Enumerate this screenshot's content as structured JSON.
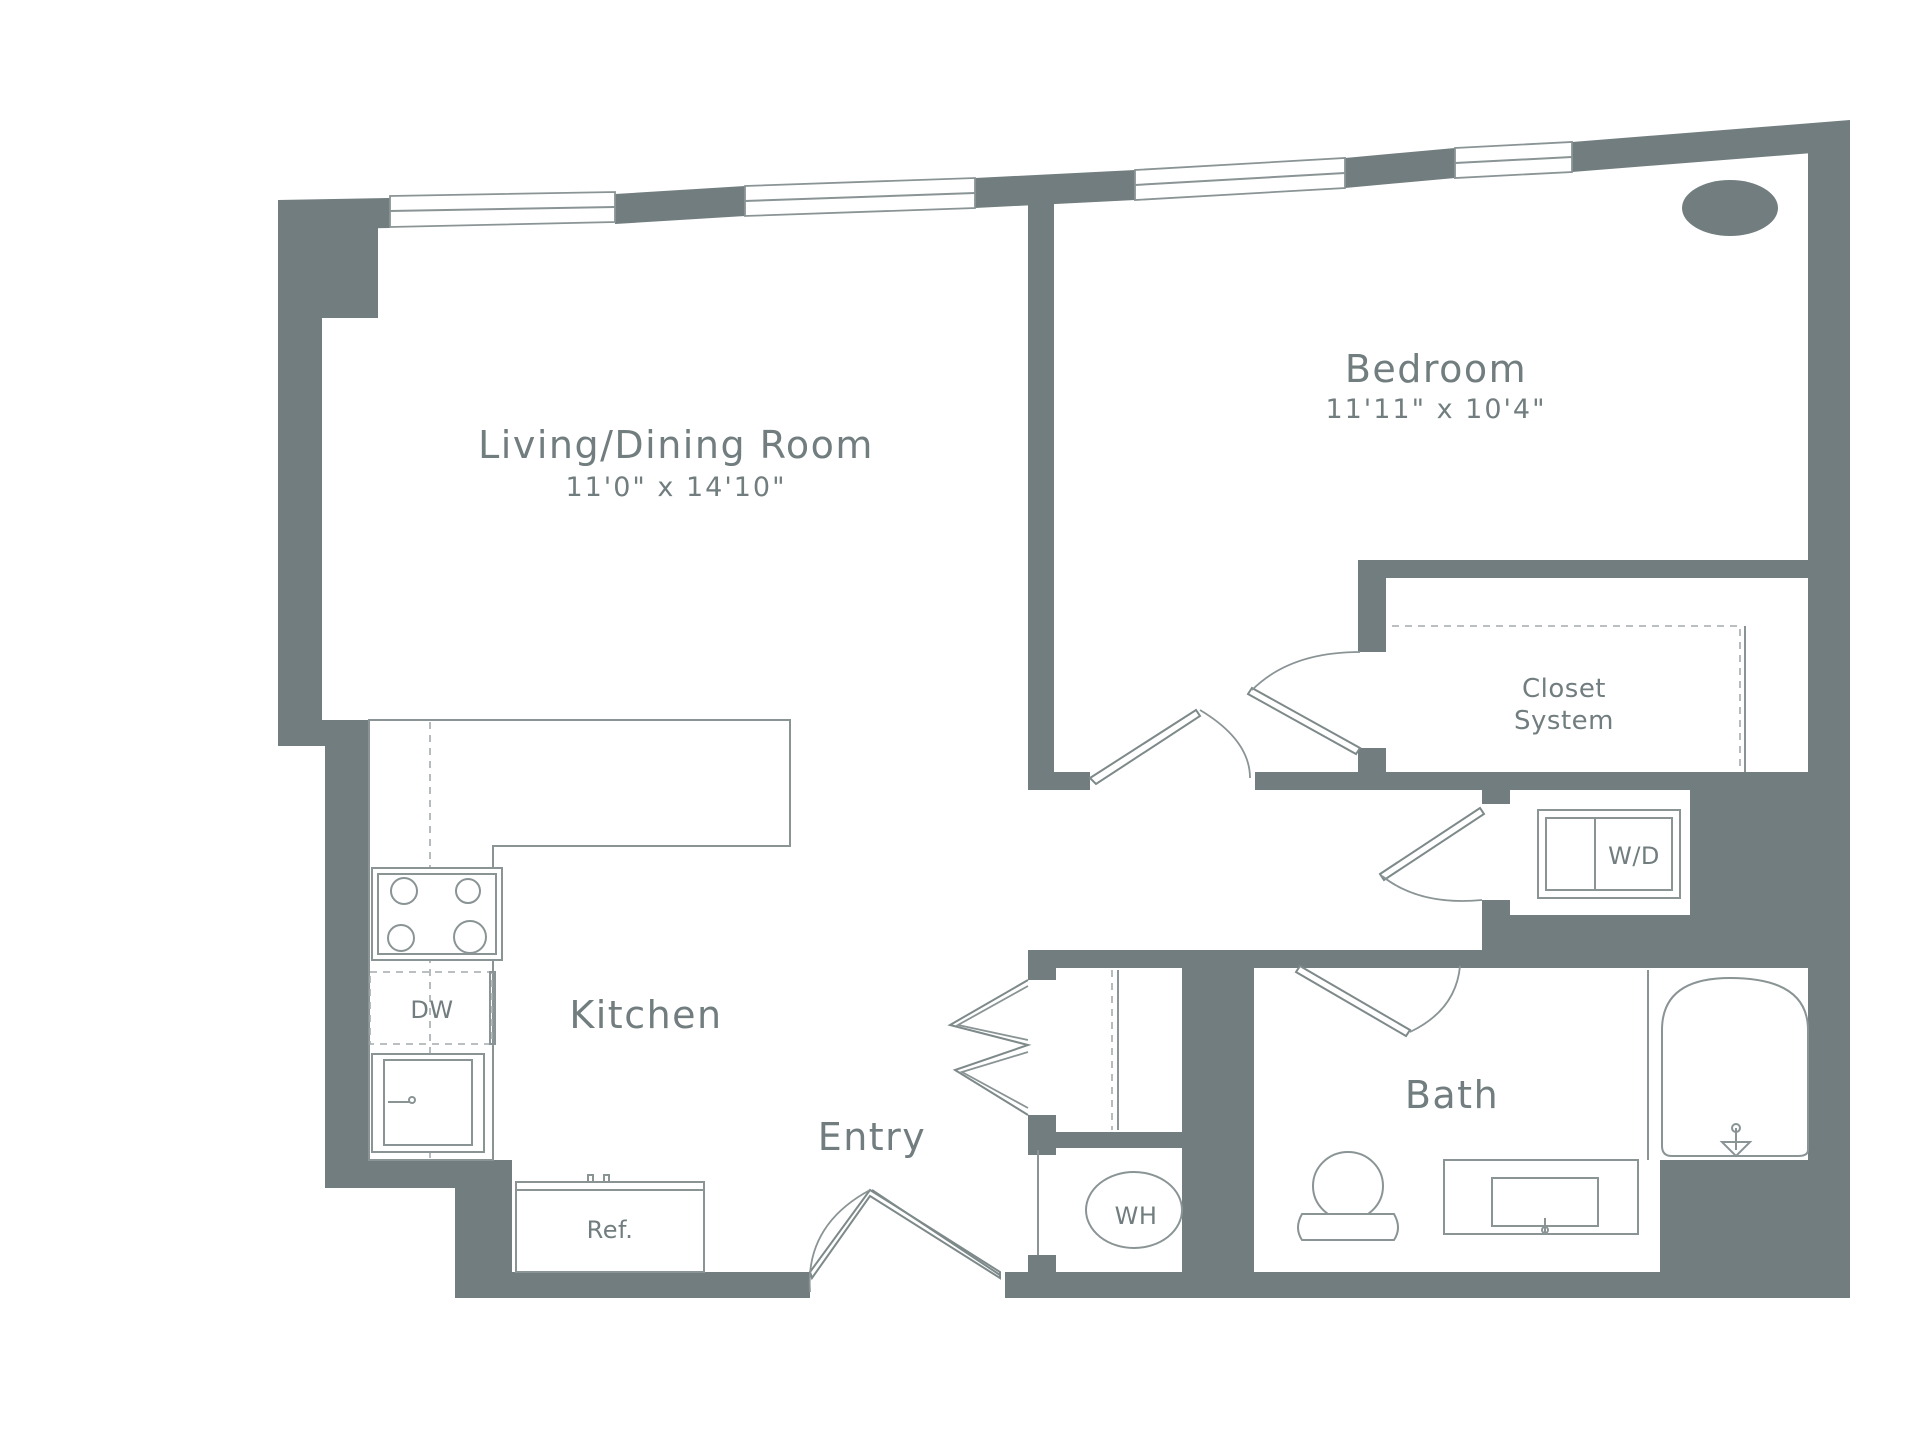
{
  "colors": {
    "wall": "#717d7e",
    "text": "#717d7e",
    "line": "#8a9495",
    "background": "#ffffff"
  },
  "rooms": {
    "living": {
      "name": "Living/Dining Room",
      "dimensions": "11'0\" x 14'10\""
    },
    "bedroom": {
      "name": "Bedroom",
      "dimensions": "11'11\" x 10'4\""
    },
    "kitchen": {
      "name": "Kitchen"
    },
    "entry": {
      "name": "Entry"
    },
    "bath": {
      "name": "Bath"
    },
    "closet": {
      "line1": "Closet",
      "line2": "System"
    }
  },
  "fixtures": {
    "dishwasher": "DW",
    "washer_dryer": "W/D",
    "water_heater": "WH",
    "refrigerator": "Ref."
  }
}
